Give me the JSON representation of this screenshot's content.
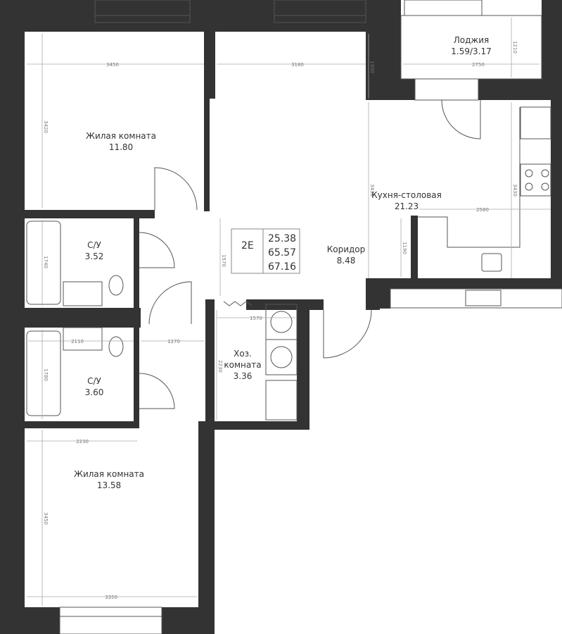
{
  "apartment": {
    "type": "2E",
    "living_area": "25.38",
    "total_area": "65.57",
    "total_area_with_loggia": "67.16"
  },
  "rooms": {
    "bedroom1": {
      "name": "Жилая комната",
      "area": "11.80"
    },
    "bath1": {
      "name": "С/У",
      "area": "3.52"
    },
    "bath2": {
      "name": "С/У",
      "area": "3.60"
    },
    "bedroom2": {
      "name": "Жилая комната",
      "area": "13.58"
    },
    "loggia": {
      "name": "Лоджия",
      "area": "1.59/3.17"
    },
    "kitchen": {
      "name": "Кухня-столовая",
      "area": "21.23"
    },
    "corridor": {
      "name": "Коридор",
      "area": "8.48"
    },
    "utility": {
      "name1": "Хоз.",
      "name2": "комната",
      "area": "3.36"
    }
  },
  "dimensions": {
    "d3450": "3450",
    "d3420": "3420",
    "d3180": "3180",
    "d1300": "1300",
    "d2750": "2750",
    "d1210": "1210",
    "d3430a": "3430",
    "d3430b": "3430",
    "d2580": "2580",
    "d1190": "1190",
    "d1570a": "1570",
    "d1740": "1740",
    "d2110": "2110",
    "d1270": "1270",
    "d1780": "1780",
    "d1570b": "1570",
    "d2230a": "2230",
    "d2230b": "2230",
    "d3450b": "3450",
    "d3350": "3350"
  },
  "colors": {
    "wall": "#333333",
    "background": "#ffffff"
  }
}
